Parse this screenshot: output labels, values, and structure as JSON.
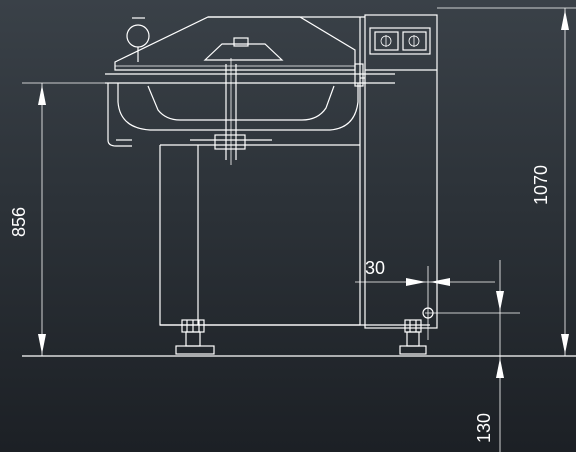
{
  "dimensions": {
    "height_to_rim": "856",
    "overall_height": "1070",
    "side_offset": "30",
    "floor_clearance": "130"
  }
}
